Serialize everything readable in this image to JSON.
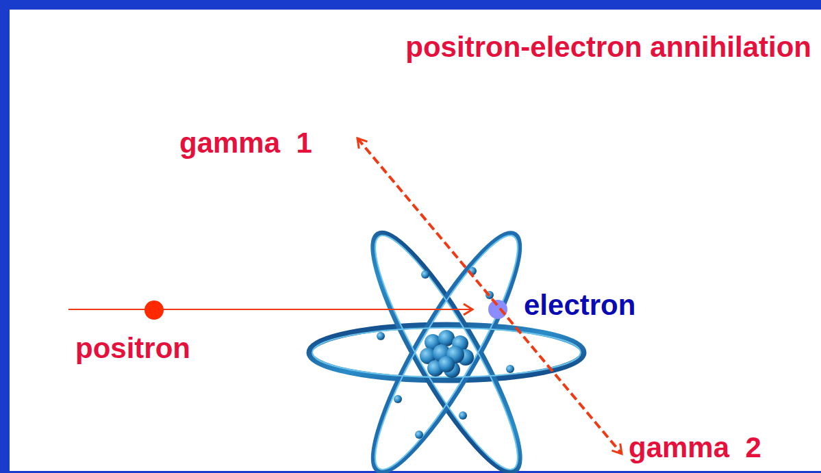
{
  "diagram": {
    "title": "positron-electron annihilation",
    "labels": [
      "gamma  1",
      "electron",
      "positron",
      "gamma  2"
    ]
  }
}
